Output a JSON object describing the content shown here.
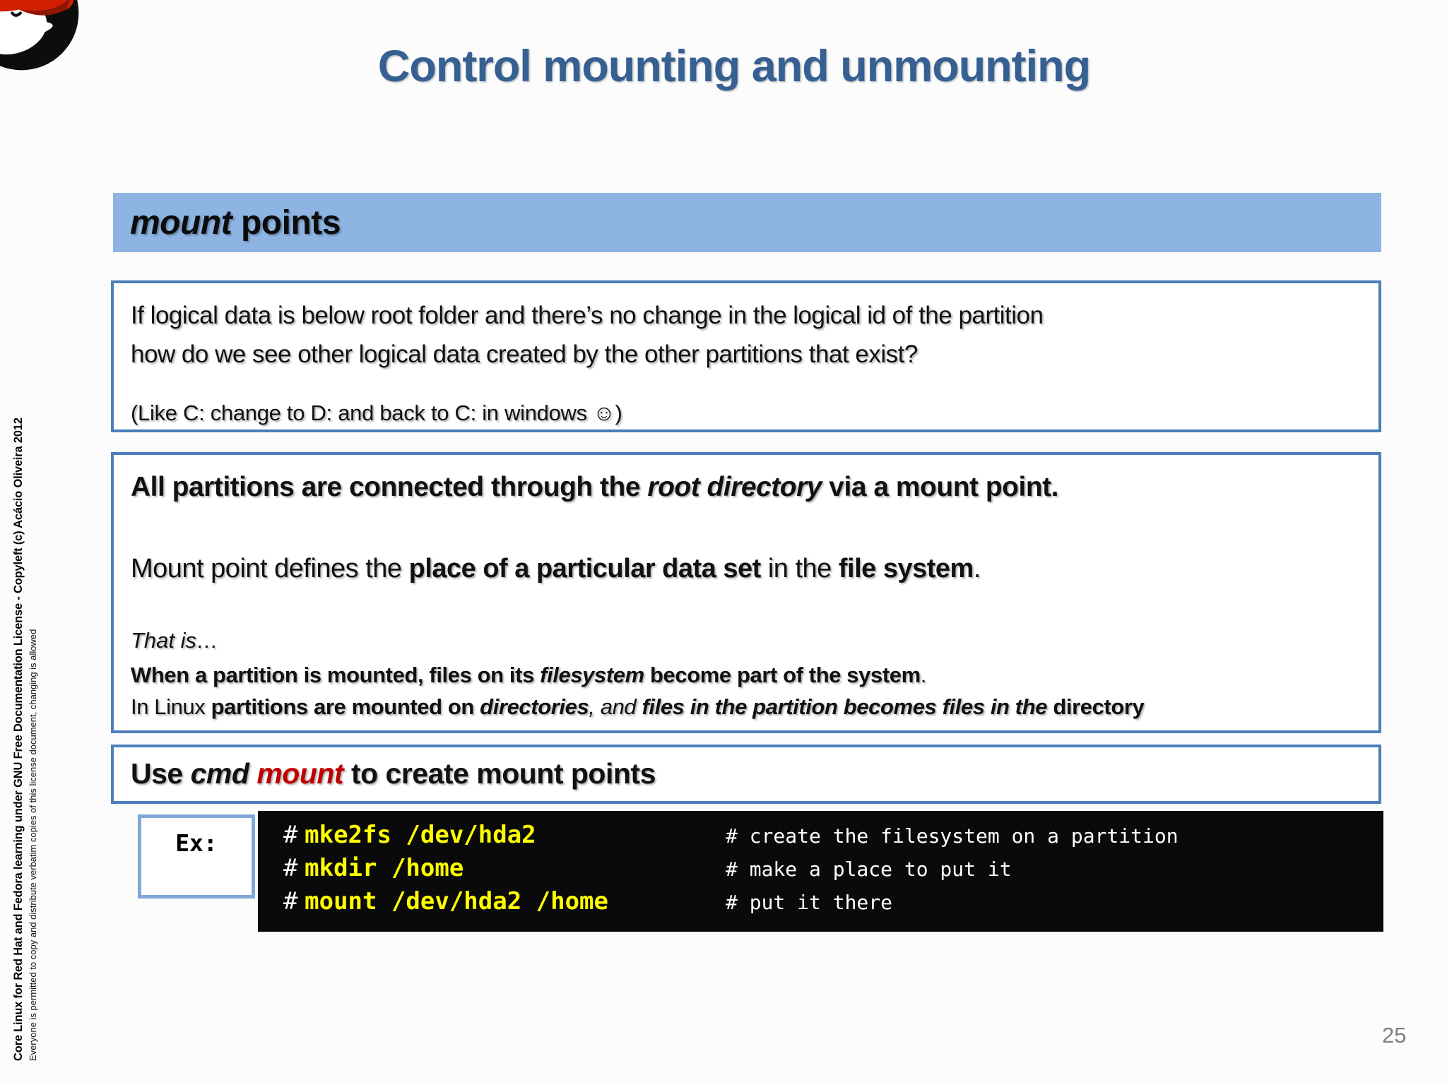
{
  "slide": {
    "title": "Control mounting and unmounting",
    "page_number": "25",
    "logo_icon": "redhat-shadowman",
    "section_header": {
      "italic": "mount",
      "regular": " points"
    },
    "question_box": {
      "line1": "If logical data is below root folder and there’s no change in the logical id of the partition",
      "line2": "how do we see other logical data created by the other partitions that exist?",
      "note": "(Like C: change to D: and back to C: in windows ☺)"
    },
    "explanation_box": {
      "p1": [
        {
          "t": "All partitions are connected through the "
        },
        {
          "t": "root directory"
        },
        {
          "t": " via a mount point."
        }
      ],
      "p2": [
        {
          "t": "Mount point defines the "
        },
        {
          "t": "place of a particular data set"
        },
        {
          "t": " in the "
        },
        {
          "t": "file system"
        },
        {
          "t": "."
        }
      ],
      "p3": [
        {
          "t": "That is…"
        }
      ],
      "p4": [
        {
          "t": "When a partition is mounted, files on its "
        },
        {
          "t": "filesystem"
        },
        {
          "t": " become part of the system"
        },
        {
          "t": "."
        }
      ],
      "p5": [
        {
          "t": "In Linux "
        },
        {
          "t": "partitions are mounted on "
        },
        {
          "t": "directories"
        },
        {
          "t": ", and "
        },
        {
          "t": " files in the partition becomes files in the "
        },
        {
          "t": "directory"
        }
      ]
    },
    "usage_box": [
      {
        "t": "Use "
      },
      {
        "t": "cmd "
      },
      {
        "t": "mount"
      },
      {
        "t": " to create mount points"
      }
    ],
    "example": {
      "label": "Ex:",
      "lines": [
        {
          "prompt": "#",
          "command": "mke2fs /dev/hda2",
          "comment": "# create the filesystem on a partition"
        },
        {
          "prompt": "#",
          "command": "mkdir /home",
          "comment": "# make a place to put it"
        },
        {
          "prompt": "#",
          "command": "mount /dev/hda2 /home",
          "comment": "# put it there"
        }
      ]
    },
    "sidebar": {
      "line1": "Core Linux for Red Hat and Fedora learning under GNU Free Documentation License  - Copyleft (c) Acácio Oliveira 2012",
      "line2": "Everyone is permitted to copy and distribute verbatim copies of this license document, changing is allowed"
    },
    "colors": {
      "title_blue": "#366092",
      "bar_blue": "#8db4e2",
      "border_blue": "#4d7ebc",
      "ex_border_blue": "#7fa8d8",
      "command_red": "#c00000",
      "terminal_yellow": "#ffff00",
      "terminal_bg": "#0a0a0a",
      "page_number_gray": "#808080"
    }
  }
}
